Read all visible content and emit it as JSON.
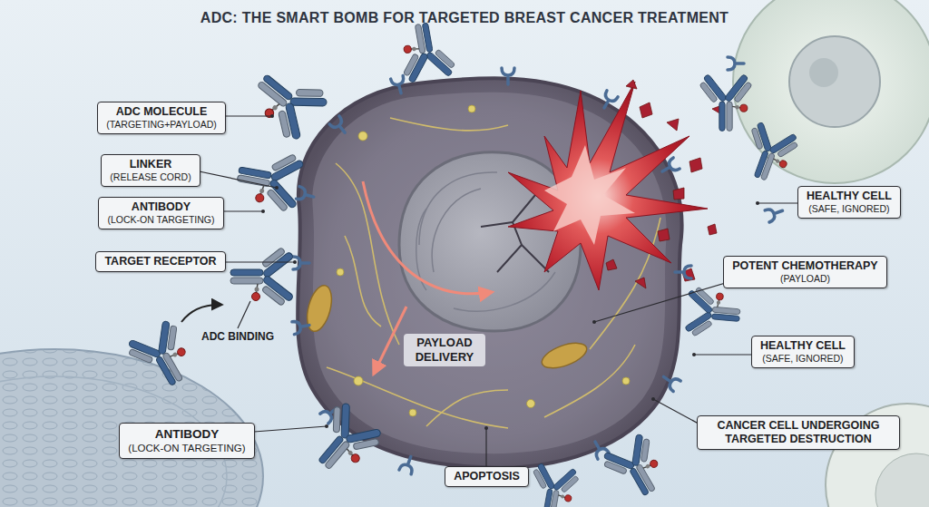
{
  "diagram": {
    "title": "ADC: THE SMART BOMB FOR TARGETED BREAST CANCER TREATMENT",
    "nodes": [
      {
        "text": [
          "ADC MOLECULE",
          "(TARGETING+PAYLOAD)"
        ]
      },
      {
        "text": [
          "LINKER",
          "(RELEASE CORD)"
        ]
      },
      {
        "text": [
          "ANTIBODY",
          "(LOCK-ON TARGETING)"
        ]
      },
      {
        "text": [
          "TARGET RECEPTOR"
        ]
      },
      {
        "text": [
          "ANTIBODY",
          "(LOCK-ON TARGETING)"
        ]
      },
      {
        "text": [
          "APOPTOSIS"
        ]
      },
      {
        "text": [
          "HEALTHY CELL",
          "(SAFE, IGNORED)"
        ]
      },
      {
        "text": [
          "POTENT CHEMOTHERAPY",
          "(PAYLOAD)"
        ]
      },
      {
        "text": [
          "HEALTHY CELL",
          "(SAFE, IGNORED)"
        ]
      },
      {
        "text": [
          "CANCER CELL UNDERGOING TARGETED DESTRUCTION"
        ]
      }
    ],
    "labels": [
      "ADC BINDING",
      "PAYLOAD DELIVERY"
    ]
  }
}
